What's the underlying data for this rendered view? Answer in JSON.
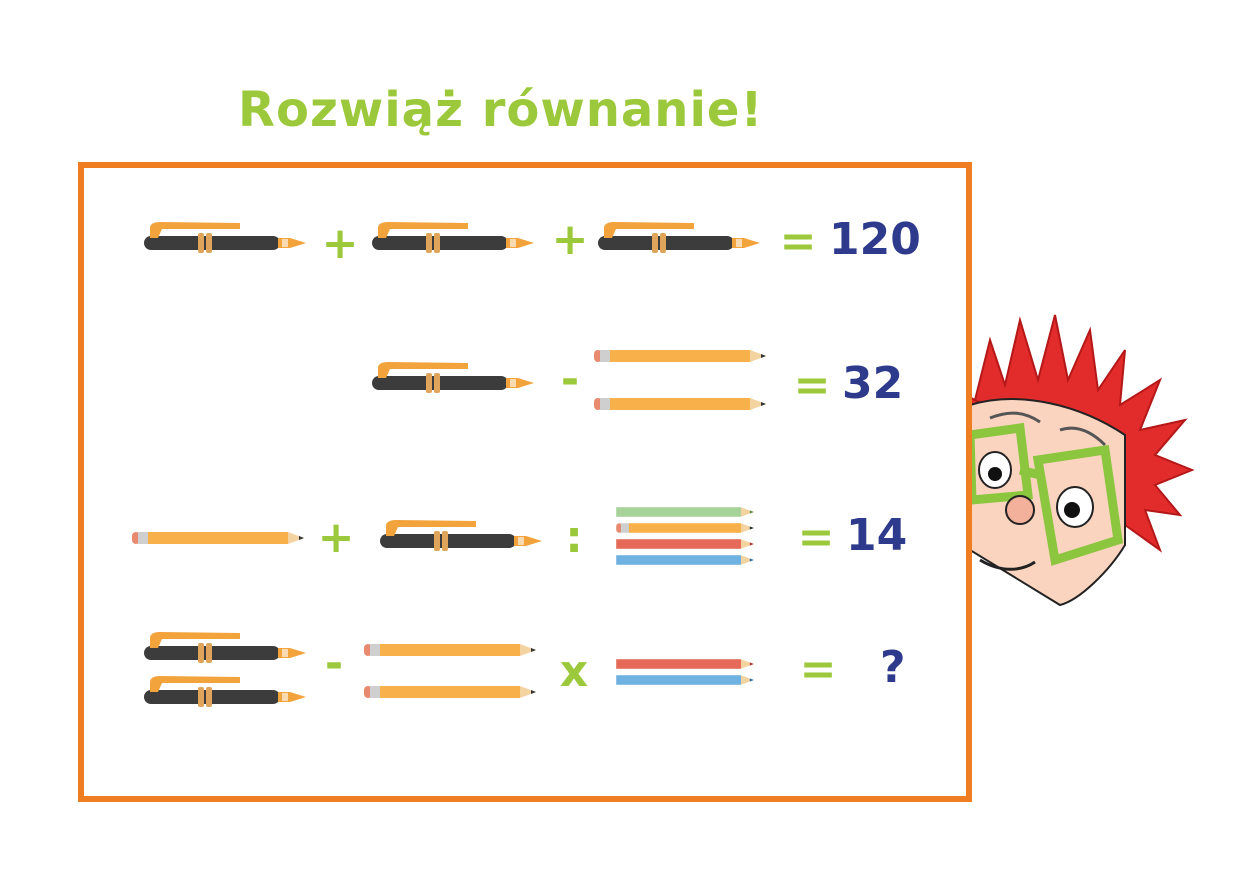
{
  "title": "Rozwiąż równanie!",
  "colors": {
    "title": "#9cc93b",
    "operator": "#9cc93b",
    "result": "#2e3a8c",
    "border": "#ef7d22",
    "pen_body": "#3c3c3c",
    "pen_accent": "#f3a33b",
    "pencil_orange": "#f8b04a",
    "pencil_green": "#a7d39a",
    "pencil_red": "#e56a5a",
    "pencil_blue": "#6fb1e0"
  },
  "equations": [
    {
      "operators": [
        "+",
        "+",
        "="
      ],
      "result": "120"
    },
    {
      "operators": [
        "-",
        "="
      ],
      "result": "32"
    },
    {
      "operators": [
        "+",
        ":",
        "="
      ],
      "result": "14"
    },
    {
      "operators": [
        "-",
        "x",
        "="
      ],
      "result": "?"
    }
  ],
  "icons": {
    "pen": "fountain-pen-icon",
    "pencil": "pencil-icon",
    "character": "red-haired-professor-character"
  }
}
